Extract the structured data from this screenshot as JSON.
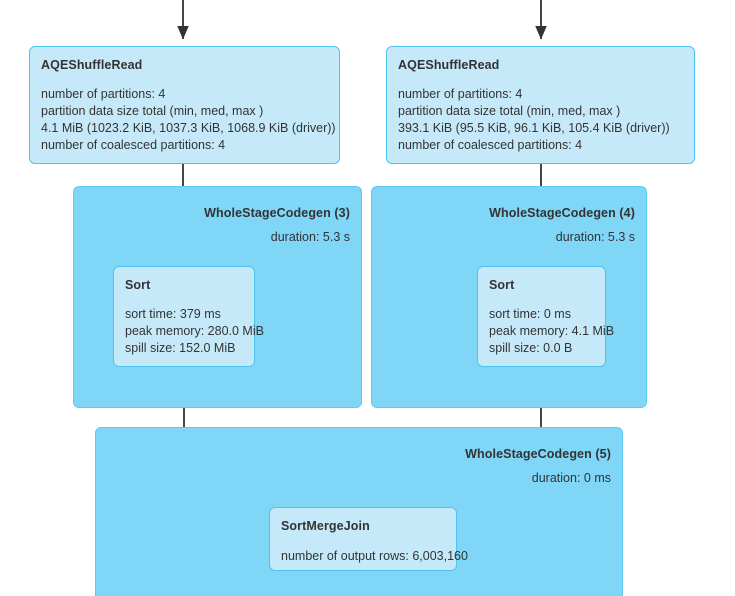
{
  "graph": {
    "colors": {
      "node_fill": "#c6e9fa",
      "node_border": "#4fc3f0",
      "stage_fill": "#80d6f7",
      "stage_border": "#5ec9f1",
      "edge": "#333333",
      "text": "#333333",
      "background": "#ffffff"
    }
  },
  "nodes": {
    "aqe_read_left": {
      "title": "AQEShuffleRead",
      "metrics": [
        "number of partitions: 4",
        "partition data size total (min, med, max )",
        "4.1 MiB (1023.2 KiB, 1037.3 KiB, 1068.9 KiB (driver))",
        "number of coalesced partitions: 4"
      ]
    },
    "aqe_read_right": {
      "title": "AQEShuffleRead",
      "metrics": [
        "number of partitions: 4",
        "partition data size total (min, med, max )",
        "393.1 KiB (95.5 KiB, 96.1 KiB, 105.4 KiB (driver))",
        "number of coalesced partitions: 4"
      ]
    },
    "sort_left": {
      "title": "Sort",
      "metrics": [
        "sort time: 379 ms",
        "peak memory: 280.0 MiB",
        "spill size: 152.0 MiB"
      ]
    },
    "sort_right": {
      "title": "Sort",
      "metrics": [
        "sort time: 0 ms",
        "peak memory: 4.1 MiB",
        "spill size: 0.0 B"
      ]
    },
    "sort_merge_join": {
      "title": "SortMergeJoin",
      "metrics": [
        "number of output rows: 6,003,160"
      ]
    }
  },
  "stages": {
    "wsc_3": {
      "title": "WholeStageCodegen (3)",
      "duration": "duration: 5.3 s"
    },
    "wsc_4": {
      "title": "WholeStageCodegen (4)",
      "duration": "duration: 5.3 s"
    },
    "wsc_5": {
      "title": "WholeStageCodegen (5)",
      "duration": "duration: 0 ms"
    }
  }
}
